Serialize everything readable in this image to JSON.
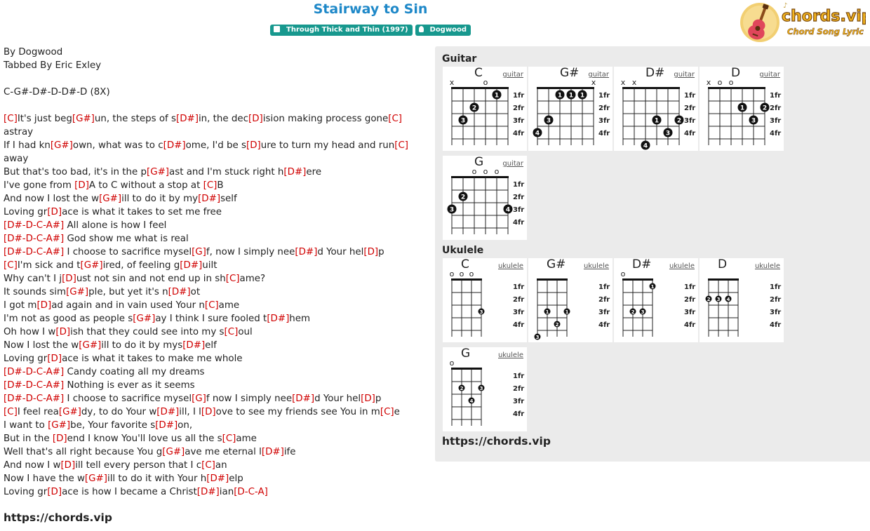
{
  "song": {
    "title": "Stairway to Sin",
    "album_badge": "Through Thick and Thin (1997)",
    "artist_badge": "Dogwood",
    "url": "https://chords.vip"
  },
  "logo": {
    "name": "chords.vip",
    "tagline": "Chord Song Lyric"
  },
  "lyrics": [
    [
      "By Dogwood"
    ],
    [
      "Tabbed By Eric Exley"
    ],
    [
      ""
    ],
    [
      "C-G#-D#-D-D#-D (8X)"
    ],
    [
      ""
    ],
    [
      {
        "c": "[C]"
      },
      "It's just beg",
      {
        "c": "[G#]"
      },
      "un, the steps of s",
      {
        "c": "[D#]"
      },
      "in, the dec",
      {
        "c": "[D]"
      },
      "ision making process gone",
      {
        "c": "[C]"
      }
    ],
    [
      "astray"
    ],
    [
      "If I had kn",
      {
        "c": "[G#]"
      },
      "own, what was to c",
      {
        "c": "[D#]"
      },
      "ome, I'd be s",
      {
        "c": "[D]"
      },
      "ure to turn my head and run",
      {
        "c": "[C]"
      }
    ],
    [
      "away"
    ],
    [
      "But that's too bad, it's in the p",
      {
        "c": "[G#]"
      },
      "ast and I'm stuck right h",
      {
        "c": "[D#]"
      },
      "ere"
    ],
    [
      "I've gone from ",
      {
        "c": "[D]"
      },
      "A to C without a stop at ",
      {
        "c": "[C]"
      },
      "B"
    ],
    [
      "And now I lost the w",
      {
        "c": "[G#]"
      },
      "ill to do it by my",
      {
        "c": "[D#]"
      },
      "self"
    ],
    [
      "Loving gr",
      {
        "c": "[D]"
      },
      "ace is what it takes to set me free"
    ],
    [
      {
        "c": "[D#-D-C-A#]"
      },
      " All alone is how I feel"
    ],
    [
      {
        "c": "[D#-D-C-A#]"
      },
      " God show me what is real"
    ],
    [
      {
        "c": "[D#-D-C-A#]"
      },
      " I choose to sacrifice mysel",
      {
        "c": "[G]"
      },
      "f, now I simply nee",
      {
        "c": "[D#]"
      },
      "d Your hel",
      {
        "c": "[D]"
      },
      "p"
    ],
    [
      {
        "c": "[C]"
      },
      "I'm sick and t",
      {
        "c": "[G#]"
      },
      "ired, of feeling g",
      {
        "c": "[D#]"
      },
      "uilt"
    ],
    [
      "Why can't I j",
      {
        "c": "[D]"
      },
      "ust not sin and not end up in sh",
      {
        "c": "[C]"
      },
      "ame?"
    ],
    [
      "It sounds sim",
      {
        "c": "[G#]"
      },
      "ple, but yet it's n",
      {
        "c": "[D#]"
      },
      "ot"
    ],
    [
      "I got m",
      {
        "c": "[D]"
      },
      "ad again and in vain used Your n",
      {
        "c": "[C]"
      },
      "ame"
    ],
    [
      "I'm not as good as people s",
      {
        "c": "[G#]"
      },
      "ay I think I sure fooled t",
      {
        "c": "[D#]"
      },
      "hem"
    ],
    [
      "Oh how I w",
      {
        "c": "[D]"
      },
      "ish that they could see into my s",
      {
        "c": "[C]"
      },
      "oul"
    ],
    [
      "Now I lost the w",
      {
        "c": "[G#]"
      },
      "ill to do it by mys",
      {
        "c": "[D#]"
      },
      "elf"
    ],
    [
      "Loving gr",
      {
        "c": "[D]"
      },
      "ace is what it takes to make me whole"
    ],
    [
      {
        "c": "[D#-D-C-A#]"
      },
      " Candy coating all my dreams"
    ],
    [
      {
        "c": "[D#-D-C-A#]"
      },
      " Nothing is ever as it seems"
    ],
    [
      {
        "c": "[D#-D-C-A#]"
      },
      " I choose to sacrifice mysel",
      {
        "c": "[G]"
      },
      "f now I simply nee",
      {
        "c": "[D#]"
      },
      "d Your hel",
      {
        "c": "[D]"
      },
      "p"
    ],
    [
      {
        "c": "[C]"
      },
      "I feel rea",
      {
        "c": "[G#]"
      },
      "dy, to do Your w",
      {
        "c": "[D#]"
      },
      "ill, I l",
      {
        "c": "[D]"
      },
      "ove to see my friends see You in m",
      {
        "c": "[C]"
      },
      "e"
    ],
    [
      "I want to ",
      {
        "c": "[G#]"
      },
      "be, Your favorite s",
      {
        "c": "[D#]"
      },
      "on,"
    ],
    [
      "But in the ",
      {
        "c": "[D]"
      },
      "end I know You'll love us all the s",
      {
        "c": "[C]"
      },
      "ame"
    ],
    [
      "Well that's all right because You g",
      {
        "c": "[G#]"
      },
      "ave me eternal l",
      {
        "c": "[D#]"
      },
      "ife"
    ],
    [
      "And now I w",
      {
        "c": "[D]"
      },
      "ill tell every person that I c",
      {
        "c": "[C]"
      },
      "an"
    ],
    [
      "Now I have the w",
      {
        "c": "[G#]"
      },
      "ill to do it with Your h",
      {
        "c": "[D#]"
      },
      "elp"
    ],
    [
      "Loving gr",
      {
        "c": "[D]"
      },
      "ace is how I became a Christ",
      {
        "c": "[D#]"
      },
      "ian",
      {
        "c": "[D-C-A]"
      }
    ]
  ],
  "fret_labels": [
    "1fr",
    "2fr",
    "3fr",
    "4fr"
  ],
  "guitar": {
    "title": "Guitar",
    "chords": [
      {
        "name": "C",
        "type": "guitar",
        "open": [
          "x",
          "",
          "",
          "o",
          "",
          ""
        ],
        "dots": [
          {
            "s": 5,
            "f": 1,
            "n": "1"
          },
          {
            "s": 3,
            "f": 2,
            "n": "2"
          },
          {
            "s": 2,
            "f": 3,
            "n": "3"
          }
        ]
      },
      {
        "name": "G#",
        "type": "guitar",
        "open": [
          "",
          "",
          "",
          "",
          "",
          "x"
        ],
        "dots": [
          {
            "s": 3,
            "f": 1,
            "n": "1"
          },
          {
            "s": 4,
            "f": 1,
            "n": "1"
          },
          {
            "s": 5,
            "f": 1,
            "n": "1"
          },
          {
            "s": 2,
            "f": 3,
            "n": "3"
          },
          {
            "s": 1,
            "f": 4,
            "n": "4"
          }
        ]
      },
      {
        "name": "D#",
        "type": "guitar",
        "open": [
          "x",
          "x",
          "",
          "",
          "",
          ""
        ],
        "dots": [
          {
            "s": 4,
            "f": 3,
            "n": "1"
          },
          {
            "s": 6,
            "f": 3,
            "n": "2"
          },
          {
            "s": 5,
            "f": 4,
            "n": "3"
          },
          {
            "s": 3,
            "f": 5,
            "n": "4"
          }
        ]
      },
      {
        "name": "D",
        "type": "guitar",
        "open": [
          "x",
          "o",
          "o",
          "",
          "",
          ""
        ],
        "dots": [
          {
            "s": 4,
            "f": 2,
            "n": "1"
          },
          {
            "s": 6,
            "f": 2,
            "n": "2"
          },
          {
            "s": 5,
            "f": 3,
            "n": "3"
          }
        ]
      },
      {
        "name": "G",
        "type": "guitar",
        "open": [
          "",
          "",
          "o",
          "o",
          "o",
          ""
        ],
        "dots": [
          {
            "s": 2,
            "f": 2,
            "n": "2"
          },
          {
            "s": 1,
            "f": 3,
            "n": "3"
          },
          {
            "s": 6,
            "f": 3,
            "n": "4"
          }
        ]
      }
    ]
  },
  "ukulele": {
    "title": "Ukulele",
    "chords": [
      {
        "name": "C",
        "type": "ukulele",
        "open": [
          "o",
          "o",
          "o",
          ""
        ],
        "dots": [
          {
            "s": 4,
            "f": 3,
            "n": "3"
          }
        ]
      },
      {
        "name": "G#",
        "type": "ukulele",
        "open": [
          "",
          "",
          "",
          ""
        ],
        "dots": [
          {
            "s": 2,
            "f": 3,
            "n": "1"
          },
          {
            "s": 4,
            "f": 3,
            "n": "1"
          },
          {
            "s": 3,
            "f": 4,
            "n": "2"
          },
          {
            "s": 1,
            "f": 5,
            "n": "3"
          }
        ]
      },
      {
        "name": "D#",
        "type": "ukulele",
        "open": [
          "o",
          "",
          "",
          ""
        ],
        "dots": [
          {
            "s": 4,
            "f": 1,
            "n": "1"
          },
          {
            "s": 2,
            "f": 3,
            "n": "2"
          },
          {
            "s": 3,
            "f": 3,
            "n": "3"
          }
        ]
      },
      {
        "name": "D",
        "type": "ukulele",
        "open": [
          "",
          "",
          "",
          ""
        ],
        "dots": [
          {
            "s": 1,
            "f": 2,
            "n": "2"
          },
          {
            "s": 2,
            "f": 2,
            "n": "3"
          },
          {
            "s": 3,
            "f": 2,
            "n": "4"
          }
        ]
      },
      {
        "name": "G",
        "type": "ukulele",
        "open": [
          "o",
          "",
          "",
          ""
        ],
        "dots": [
          {
            "s": 2,
            "f": 2,
            "n": "2"
          },
          {
            "s": 4,
            "f": 2,
            "n": "3"
          },
          {
            "s": 3,
            "f": 3,
            "n": "4"
          }
        ]
      }
    ]
  },
  "colors": {
    "title": "#1e88c8",
    "badge": "#17988e",
    "chord": "#d00000",
    "panel": "#ebebeb"
  }
}
